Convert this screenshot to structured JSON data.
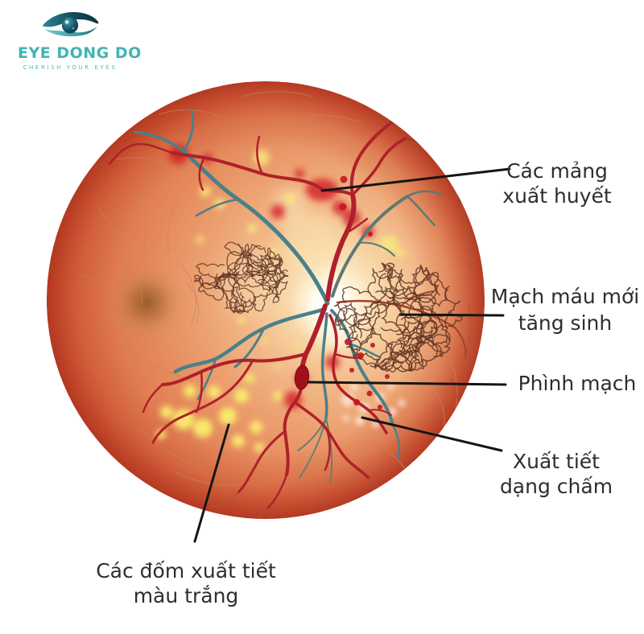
{
  "logo": {
    "name": "EYE DONG DO",
    "tagline": "CHERISH YOUR EYES",
    "icon": "eye-icon",
    "brand_color": "#43b3b5"
  },
  "diagram": {
    "labels": [
      {
        "id": "hemorrhage-patches",
        "text": "Các mảng\nxuất huyết"
      },
      {
        "id": "proliferating-new-vessels",
        "text": "Mạch máu mới\ntăng sinh"
      },
      {
        "id": "microaneurysm",
        "text": "Phình mạch"
      },
      {
        "id": "dot-exudates",
        "text": "Xuất tiết\ndạng chấm"
      },
      {
        "id": "white-exudate-spots",
        "text": "Các đốm xuất tiết\nmàu trắng"
      }
    ],
    "colors": {
      "retina_rim": "#c04a2e",
      "retina_mid": "#eda273",
      "artery": "#b0202a",
      "vein": "#4a8089",
      "exudate_yellow": "#f9ee6e",
      "hemorrhage": "#d01520",
      "label_text": "#2e2e2e"
    }
  }
}
